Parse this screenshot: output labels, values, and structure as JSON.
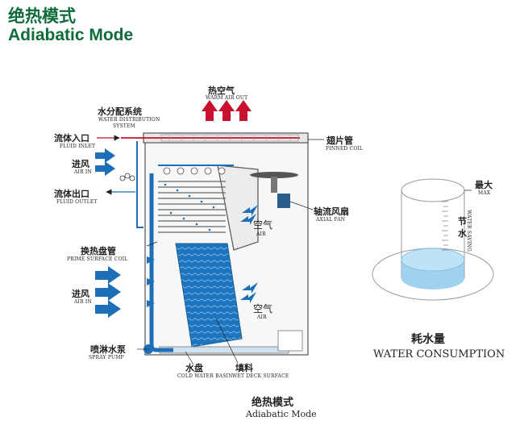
{
  "title": {
    "zh": "绝热模式",
    "en": "Adiabatic Mode"
  },
  "labels": {
    "hot_air_out": {
      "zh": "热空气",
      "en": "WARM AIR OUT"
    },
    "water_distribution": {
      "zh": "水分配系统",
      "en1": "WATER DISTRIBUTION",
      "en2": "SYSTEM"
    },
    "fluid_inlet": {
      "zh": "流体入口",
      "en": "FLUID INLET"
    },
    "air_in_top": {
      "zh": "进风",
      "en": "AIR IN"
    },
    "fluid_outlet": {
      "zh": "流体出口",
      "en": "FLUID OUTLET"
    },
    "finned_coil": {
      "zh": "翅片管",
      "en": "FINNED COIL"
    },
    "axial_fan": {
      "zh": "轴流风扇",
      "en": "AXIAL FAN"
    },
    "air_upper": {
      "zh": "空气",
      "en": "AIR"
    },
    "prime_surface_coil": {
      "zh": "换热盘管",
      "en": "PRIME SURFACE COIL"
    },
    "air_in_bottom": {
      "zh": "进风",
      "en": "AIR IN"
    },
    "air_lower": {
      "zh": "空气",
      "en": "AIR"
    },
    "spray_pump": {
      "zh": "喷淋水泵",
      "en": "SPRAY PUMP"
    },
    "cold_water_basin": {
      "zh": "水盘",
      "en": "COLD WATER BASIN"
    },
    "wet_deck": {
      "zh": "填料",
      "en": "WET DECK SURFACE"
    },
    "max": {
      "zh": "最大",
      "en": "MAX"
    },
    "water_saving": {
      "zh1": "节",
      "zh2": "水",
      "en": "WATER SAVING"
    }
  },
  "captions": {
    "water_consumption": {
      "zh": "耗水量",
      "en": "WATER CONSUMPTION"
    },
    "bottom": {
      "zh": "绝热模式",
      "en": "Adiabatic Mode"
    }
  },
  "colors": {
    "title": "#0f6b3a",
    "hot_arrow": "#c8102e",
    "cold_arrow": "#1d6fb8",
    "water": "#1f7ac0"
  }
}
